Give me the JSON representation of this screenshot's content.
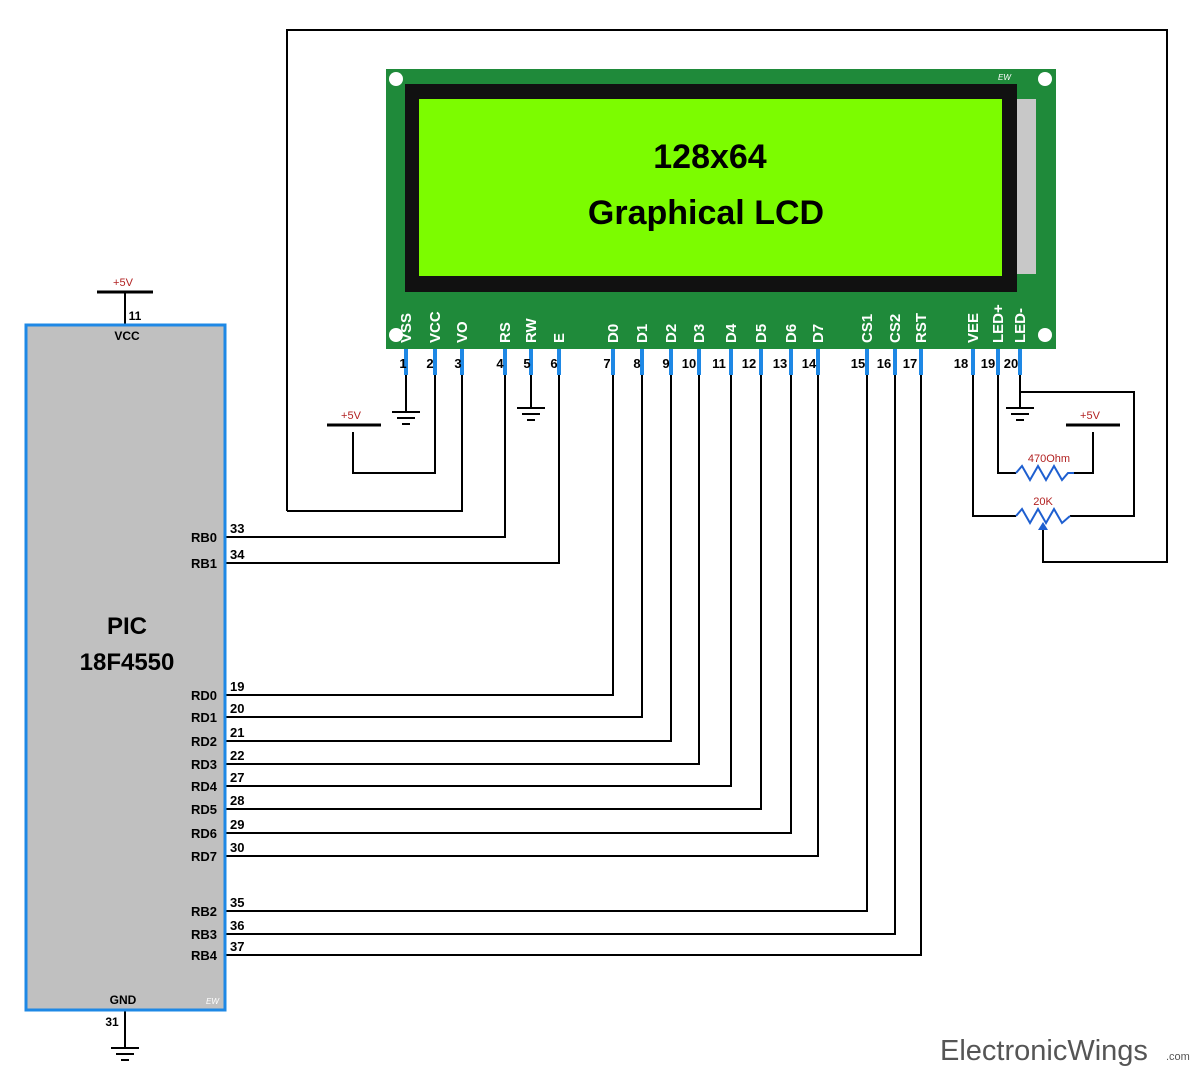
{
  "lcd": {
    "line1": "128x64",
    "line2": "Graphical LCD",
    "brand": "EW",
    "colors": {
      "board": "#1f8a3a",
      "frame": "#111111",
      "screen": "#7cfc00",
      "pin": "#1e88e5"
    },
    "pins": [
      {
        "num": "1",
        "label": "VSS"
      },
      {
        "num": "2",
        "label": "VCC"
      },
      {
        "num": "3",
        "label": "VO"
      },
      {
        "num": "4",
        "label": "RS"
      },
      {
        "num": "5",
        "label": "RW"
      },
      {
        "num": "6",
        "label": "E"
      },
      {
        "num": "7",
        "label": "D0"
      },
      {
        "num": "8",
        "label": "D1"
      },
      {
        "num": "9",
        "label": "D2"
      },
      {
        "num": "10",
        "label": "D3"
      },
      {
        "num": "11",
        "label": "D4"
      },
      {
        "num": "12",
        "label": "D5"
      },
      {
        "num": "13",
        "label": "D6"
      },
      {
        "num": "14",
        "label": "D7"
      },
      {
        "num": "15",
        "label": "CS1"
      },
      {
        "num": "16",
        "label": "CS2"
      },
      {
        "num": "17",
        "label": "RST"
      },
      {
        "num": "18",
        "label": "VEE"
      },
      {
        "num": "19",
        "label": "LED+"
      },
      {
        "num": "20",
        "label": "LED-"
      }
    ]
  },
  "mcu": {
    "name_line1": "PIC",
    "name_line2": "18F4550",
    "brand": "EW",
    "vcc_label": "VCC",
    "vcc_pin": "11",
    "gnd_label": "GND",
    "gnd_pin": "31",
    "colors": {
      "body": "#c0c0c0",
      "border": "#1e88e5"
    },
    "pins": [
      {
        "label": "RB0",
        "num": "33"
      },
      {
        "label": "RB1",
        "num": "34"
      },
      {
        "label": "RD0",
        "num": "19"
      },
      {
        "label": "RD1",
        "num": "20"
      },
      {
        "label": "RD2",
        "num": "21"
      },
      {
        "label": "RD3",
        "num": "22"
      },
      {
        "label": "RD4",
        "num": "27"
      },
      {
        "label": "RD5",
        "num": "28"
      },
      {
        "label": "RD6",
        "num": "29"
      },
      {
        "label": "RD7",
        "num": "30"
      },
      {
        "label": "RB2",
        "num": "35"
      },
      {
        "label": "RB3",
        "num": "36"
      },
      {
        "label": "RB4",
        "num": "37"
      }
    ]
  },
  "power": {
    "supply_label": "+5V",
    "label_color": "#b22222"
  },
  "resistor": {
    "label": "470Ohm"
  },
  "pot": {
    "label": "20K"
  },
  "watermark": {
    "name": "ElectronicWings",
    "suffix": ".com"
  }
}
